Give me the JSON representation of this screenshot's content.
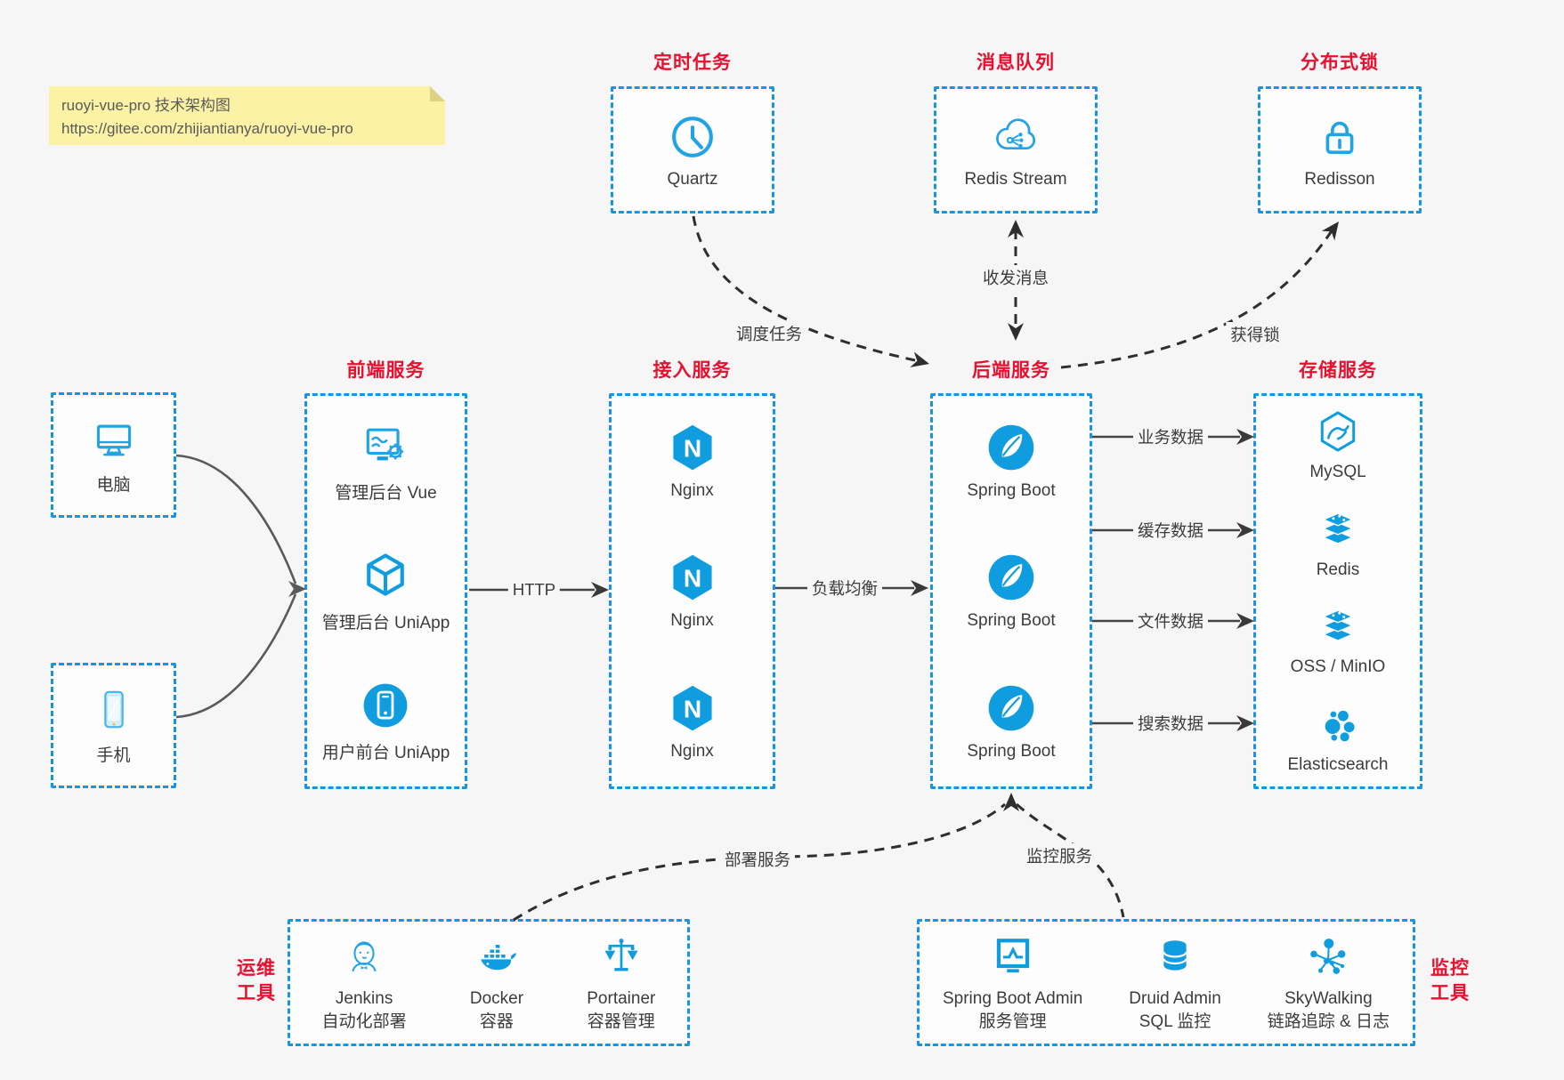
{
  "note": {
    "line1": "ruoyi-vue-pro 技术架构图",
    "line2": "https://gitee.com/zhijiantianya/ruoyi-vue-pro"
  },
  "colors": {
    "accent_blue": "#1794e6",
    "icon_blue": "#0f9de0",
    "title_red": "#e8102e",
    "canvas_bg": "#f6f6f7",
    "note_bg": "#fbf2a6",
    "text_dark": "#3c3c3c"
  },
  "groups": {
    "scheduled": {
      "title": "定时任务",
      "items": [
        {
          "label": "Quartz",
          "icon": "clock-icon"
        }
      ]
    },
    "mq": {
      "title": "消息队列",
      "items": [
        {
          "label": "Redis Stream",
          "icon": "cloud-stream-icon"
        }
      ]
    },
    "dist_lock": {
      "title": "分布式锁",
      "items": [
        {
          "label": "Redisson",
          "icon": "lock-icon"
        }
      ]
    },
    "clients": {
      "items": [
        {
          "label": "电脑",
          "icon": "desktop-icon"
        },
        {
          "label": "手机",
          "icon": "phone-icon"
        }
      ]
    },
    "frontend": {
      "title": "前端服务",
      "items": [
        {
          "label": "管理后台 Vue",
          "icon": "admin-vue-icon"
        },
        {
          "label": "管理后台 UniApp",
          "icon": "uniapp-cube-icon"
        },
        {
          "label": "用户前台 UniApp",
          "icon": "user-app-icon"
        }
      ]
    },
    "gateway": {
      "title": "接入服务",
      "items": [
        {
          "label": "Nginx",
          "icon": "nginx-icon"
        },
        {
          "label": "Nginx",
          "icon": "nginx-icon"
        },
        {
          "label": "Nginx",
          "icon": "nginx-icon"
        }
      ]
    },
    "backend": {
      "title": "后端服务",
      "items": [
        {
          "label": "Spring Boot",
          "icon": "spring-boot-icon"
        },
        {
          "label": "Spring Boot",
          "icon": "spring-boot-icon"
        },
        {
          "label": "Spring Boot",
          "icon": "spring-boot-icon"
        }
      ]
    },
    "storage": {
      "title": "存储服务",
      "items": [
        {
          "label": "MySQL",
          "icon": "mysql-icon"
        },
        {
          "label": "Redis",
          "icon": "redis-icon"
        },
        {
          "label": "OSS / MinIO",
          "icon": "oss-minio-icon"
        },
        {
          "label": "Elasticsearch",
          "icon": "elasticsearch-icon"
        }
      ]
    },
    "ops": {
      "title_line1": "运维",
      "title_line2": "工具",
      "items": [
        {
          "name": "Jenkins",
          "desc": "自动化部署",
          "icon": "jenkins-icon"
        },
        {
          "name": "Docker",
          "desc": "容器",
          "icon": "docker-icon"
        },
        {
          "name": "Portainer",
          "desc": "容器管理",
          "icon": "portainer-icon"
        }
      ]
    },
    "monitoring": {
      "title_line1": "监控",
      "title_line2": "工具",
      "items": [
        {
          "name": "Spring Boot Admin",
          "desc": "服务管理",
          "icon": "spring-boot-admin-icon"
        },
        {
          "name": "Druid Admin",
          "desc": "SQL 监控",
          "icon": "druid-icon"
        },
        {
          "name": "SkyWalking",
          "desc": "链路追踪 & 日志",
          "icon": "skywalking-icon"
        }
      ]
    }
  },
  "edges": {
    "http": "HTTP",
    "load_balance": "负载均衡",
    "schedule_task": "调度任务",
    "send_receive": "收发消息",
    "acquire_lock": "获得锁",
    "biz_data": "业务数据",
    "cache_data": "缓存数据",
    "file_data": "文件数据",
    "search_data": "搜索数据",
    "deploy": "部署服务",
    "monitor": "监控服务"
  }
}
